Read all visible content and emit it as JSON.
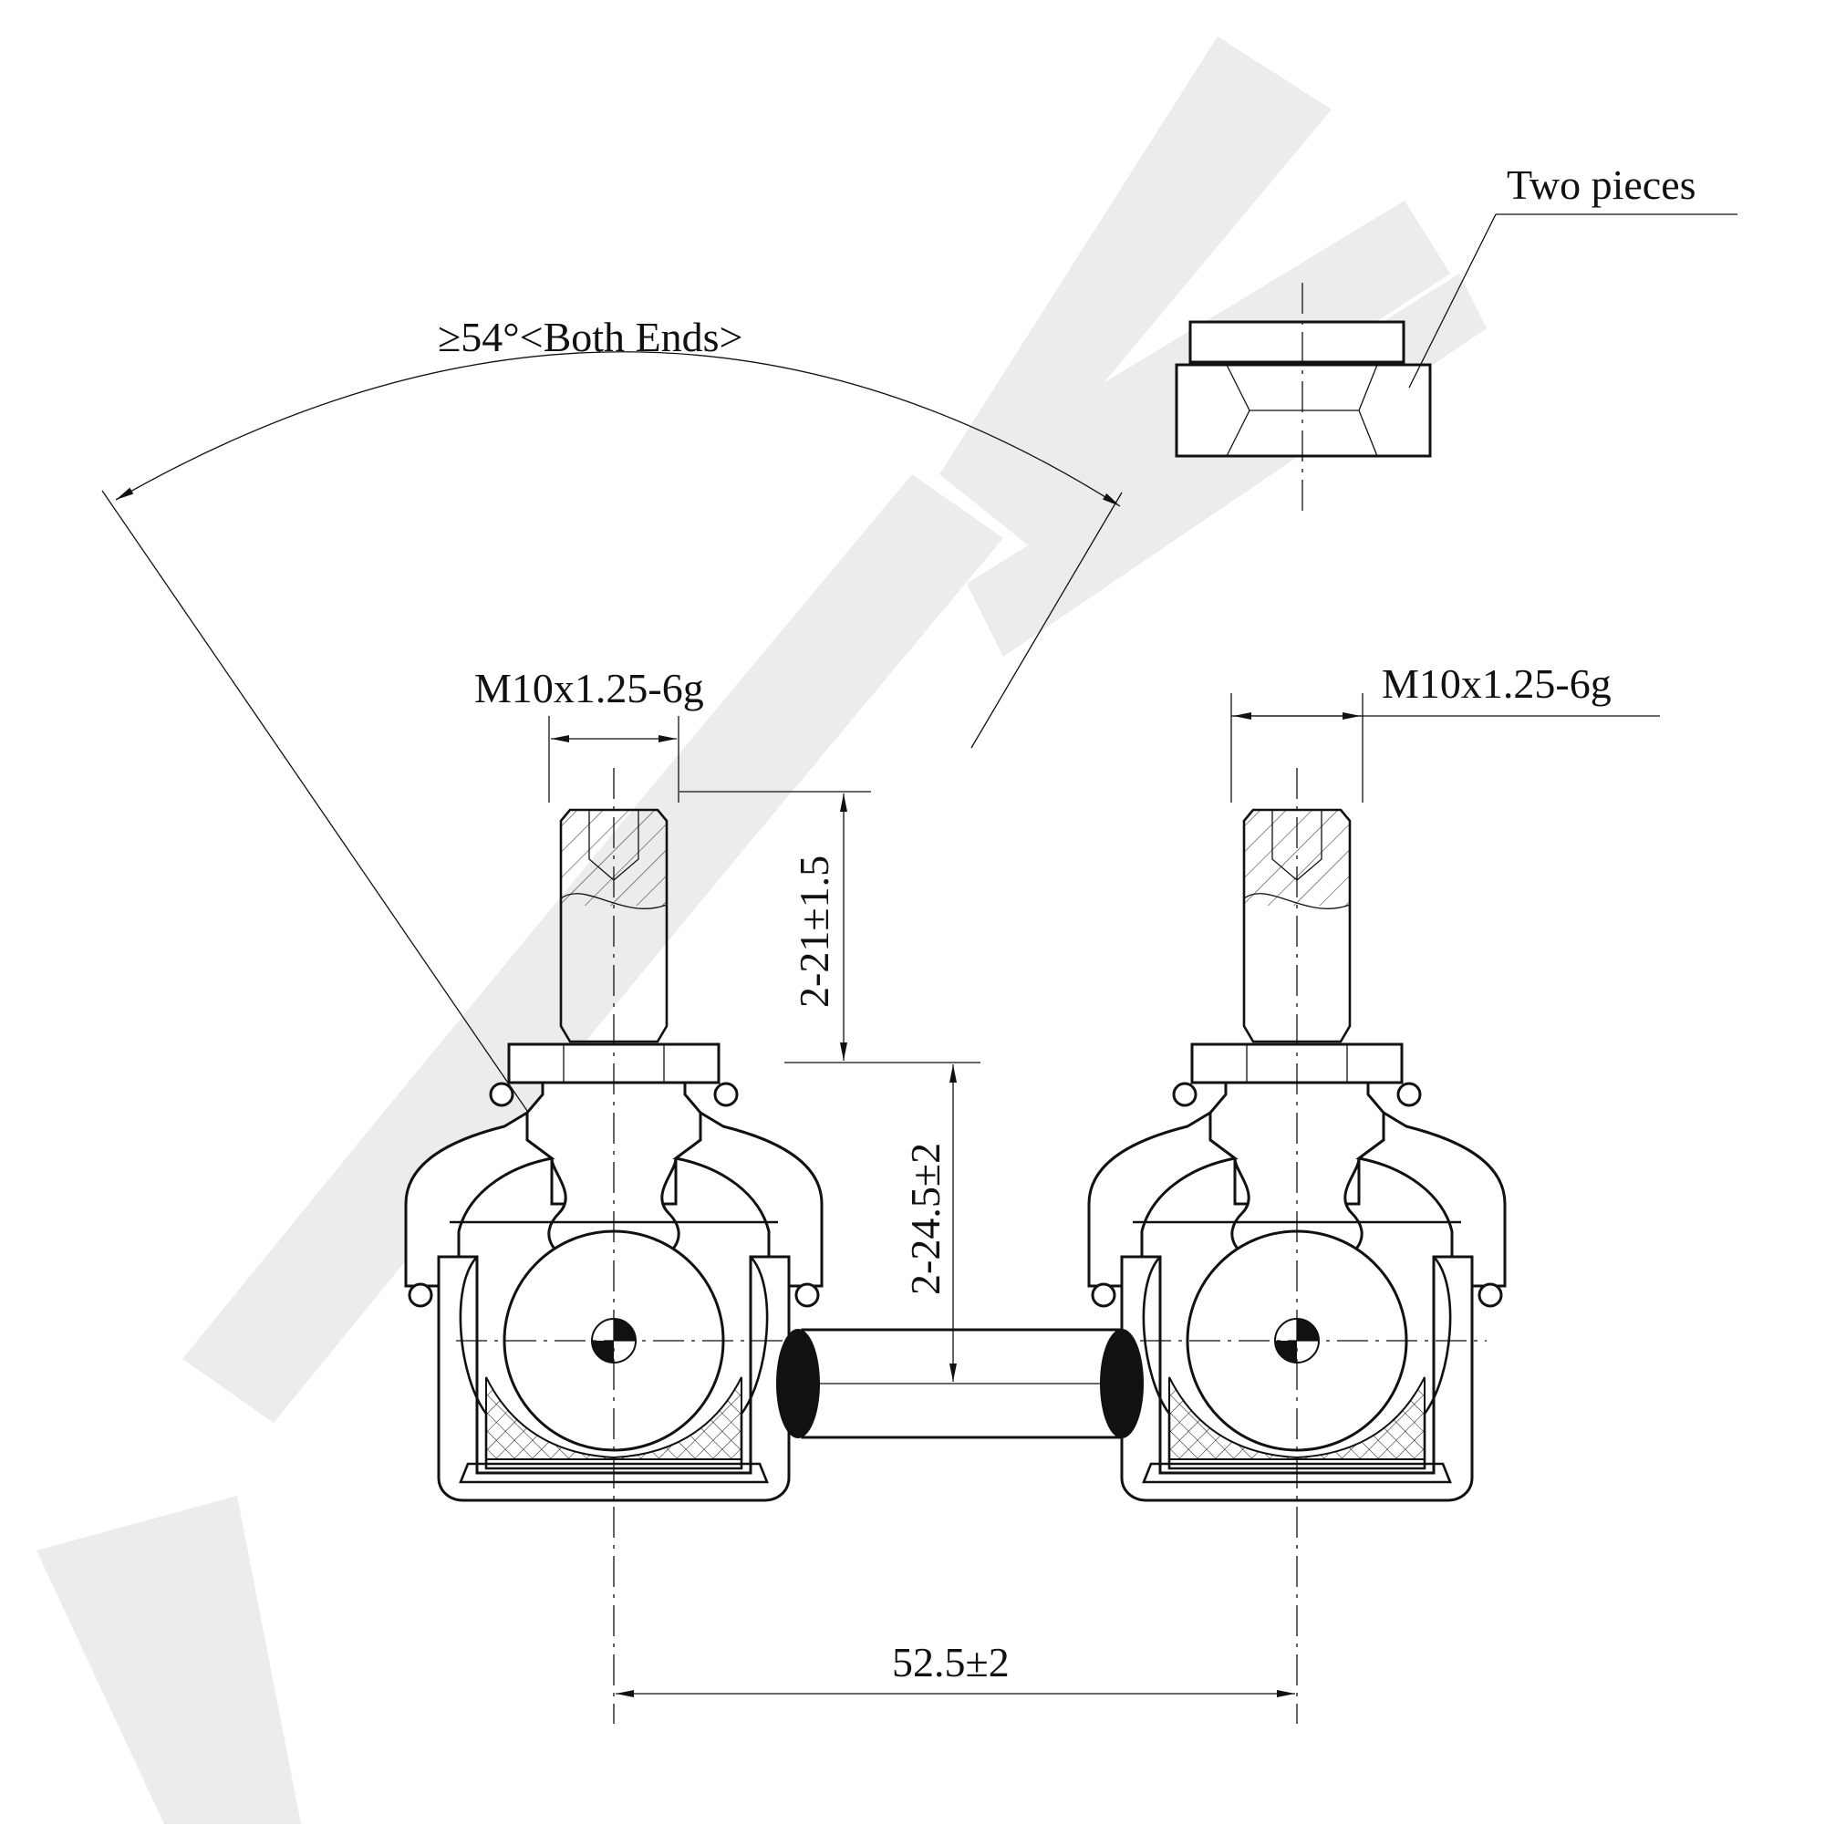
{
  "labels": {
    "angle": "≥54°<Both Ends>",
    "thread_left": "M10x1.25-6g",
    "thread_right": "M10x1.25-6g",
    "nut_note": "Two pieces",
    "stud_length": "2-21±1.5",
    "stud_height": "2-24.5±2",
    "center_distance": "52.5±2"
  },
  "watermark": {
    "text": "ZENNIEK",
    "color": "#ececec"
  },
  "colors": {
    "line": "#111111",
    "background": "#ffffff",
    "watermark": "#ececec"
  }
}
